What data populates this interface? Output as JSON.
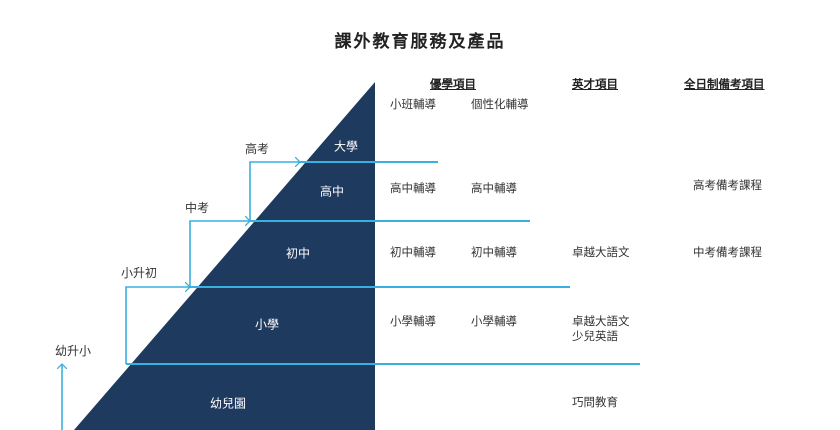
{
  "title": "課外教育服務及產品",
  "columns": {
    "premium": "優學項目",
    "talent": "英才項目",
    "fulltime": "全日制備考項目"
  },
  "levels": {
    "university": "大學",
    "senior_high": "高中",
    "junior_high": "初中",
    "primary": "小學",
    "kindergarten": "幼兒園"
  },
  "transitions": {
    "gaokao": "高考",
    "zhongkao": "中考",
    "xiaoshengchu": "小升初",
    "youshengxiao": "幼升小"
  },
  "services": {
    "university": {
      "premium_a": "小班輔導",
      "premium_b": "個性化輔導"
    },
    "senior_high": {
      "premium_a": "高中輔導",
      "premium_b": "高中輔導",
      "fulltime": "高考備考課程"
    },
    "junior_high": {
      "premium_a": "初中輔導",
      "premium_b": "初中輔導",
      "talent": "卓越大語文",
      "fulltime": "中考備考課程"
    },
    "primary": {
      "premium_a": "小學輔導",
      "premium_b": "小學輔導",
      "talent": "卓越大語文\n少兒英語"
    },
    "kindergarten": {
      "talent": "巧問教育"
    }
  },
  "colors": {
    "pyramid": "#1f3a5f",
    "lines": "#38b0e0",
    "background": "#ffffff"
  }
}
